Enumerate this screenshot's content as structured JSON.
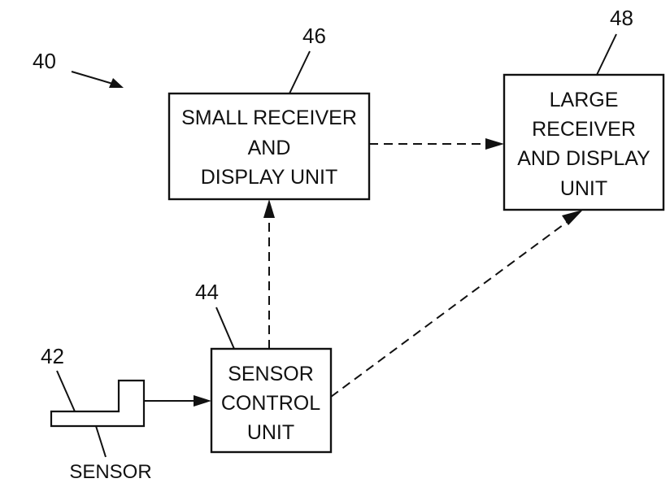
{
  "figure": {
    "reference": "40",
    "nodes": {
      "small_receiver": {
        "ref": "46",
        "lines": [
          "SMALL RECEIVER",
          "AND",
          "DISPLAY UNIT"
        ]
      },
      "large_receiver": {
        "ref": "48",
        "lines": [
          "LARGE",
          "RECEIVER",
          "AND DISPLAY",
          "UNIT"
        ]
      },
      "sensor_control": {
        "ref": "44",
        "lines": [
          "SENSOR",
          "CONTROL",
          "UNIT"
        ]
      },
      "sensor": {
        "ref": "42",
        "label": "SENSOR"
      }
    },
    "connections": [
      {
        "from": "sensor",
        "to": "sensor_control",
        "style": "solid"
      },
      {
        "from": "sensor_control",
        "to": "small_receiver",
        "style": "dashed"
      },
      {
        "from": "sensor_control",
        "to": "large_receiver",
        "style": "dashed"
      },
      {
        "from": "small_receiver",
        "to": "large_receiver",
        "style": "dashed"
      }
    ]
  }
}
